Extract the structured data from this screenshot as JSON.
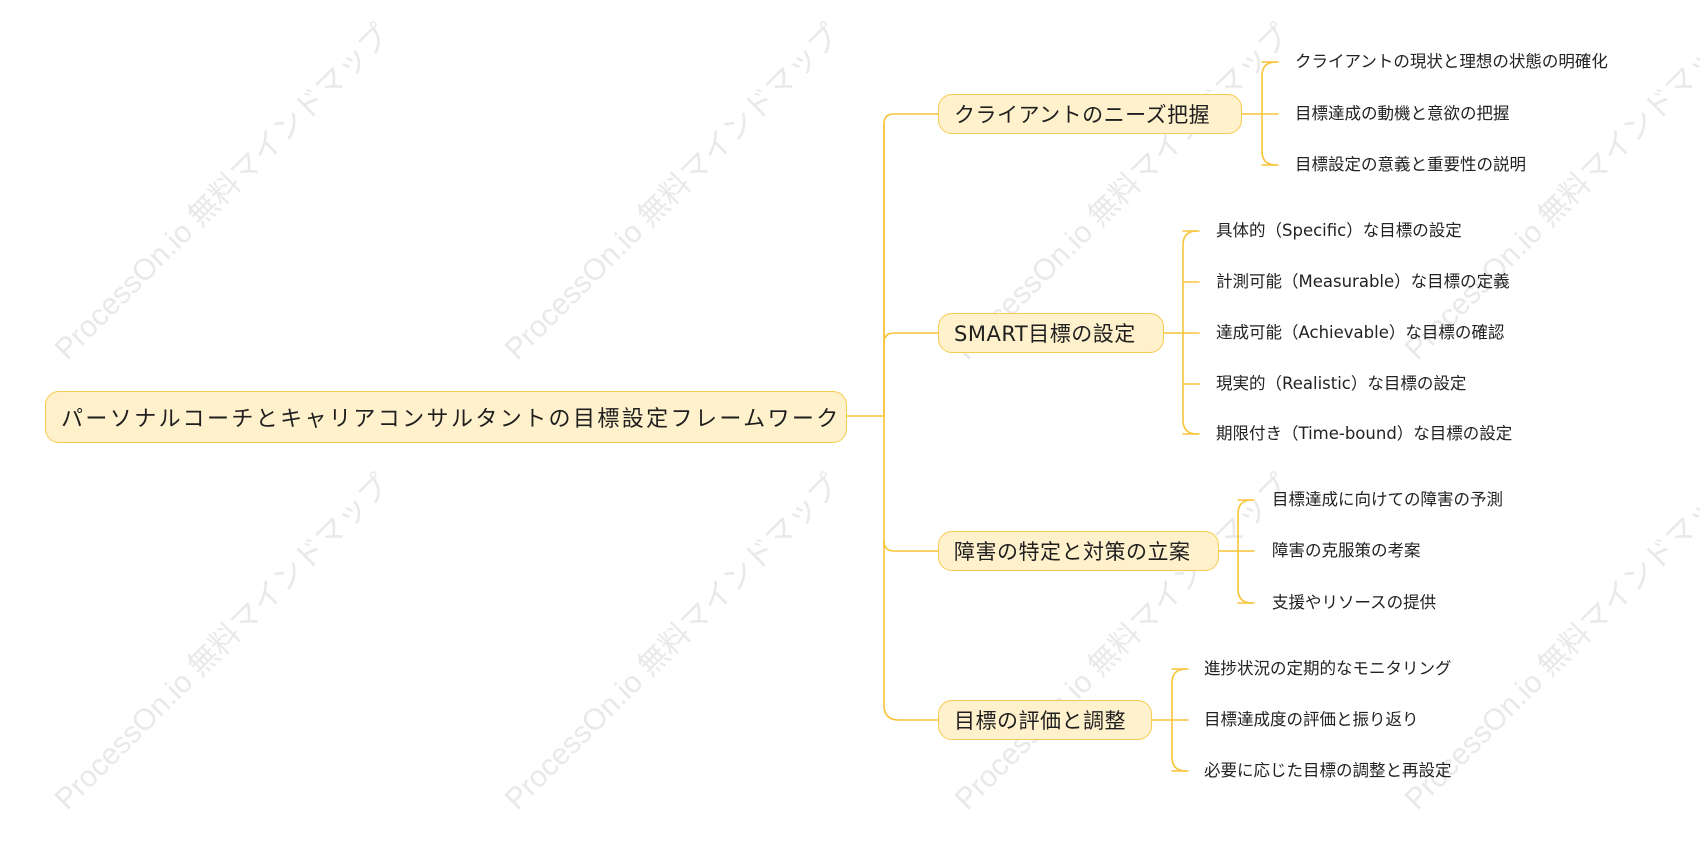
{
  "watermark_text": "ProcessOn.io 無料マインドマップ",
  "connector_color": "#f7c43a",
  "node_fill": "#fff1cc",
  "node_border": "#f7cb52",
  "root": {
    "label": "パーソナルコーチとキャリアコンサルタントの目標設定フレームワーク"
  },
  "branches": [
    {
      "label": "クライアントのニーズ把握",
      "children": [
        "クライアントの現状と理想の状態の明確化",
        "目標達成の動機と意欲の把握",
        "目標設定の意義と重要性の説明"
      ]
    },
    {
      "label": "SMART目標の設定",
      "children": [
        "具体的（Specific）な目標の設定",
        "計測可能（Measurable）な目標の定義",
        "達成可能（Achievable）な目標の確認",
        "現実的（Realistic）な目標の設定",
        "期限付き（Time-bound）な目標の設定"
      ]
    },
    {
      "label": "障害の特定と対策の立案",
      "children": [
        "目標達成に向けての障害の予測",
        "障害の克服策の考案",
        "支援やリソースの提供"
      ]
    },
    {
      "label": "目標の評価と調整",
      "children": [
        "進捗状況の定期的なモニタリング",
        "目標達成度の評価と振り返り",
        "必要に応じた目標の調整と再設定"
      ]
    }
  ]
}
